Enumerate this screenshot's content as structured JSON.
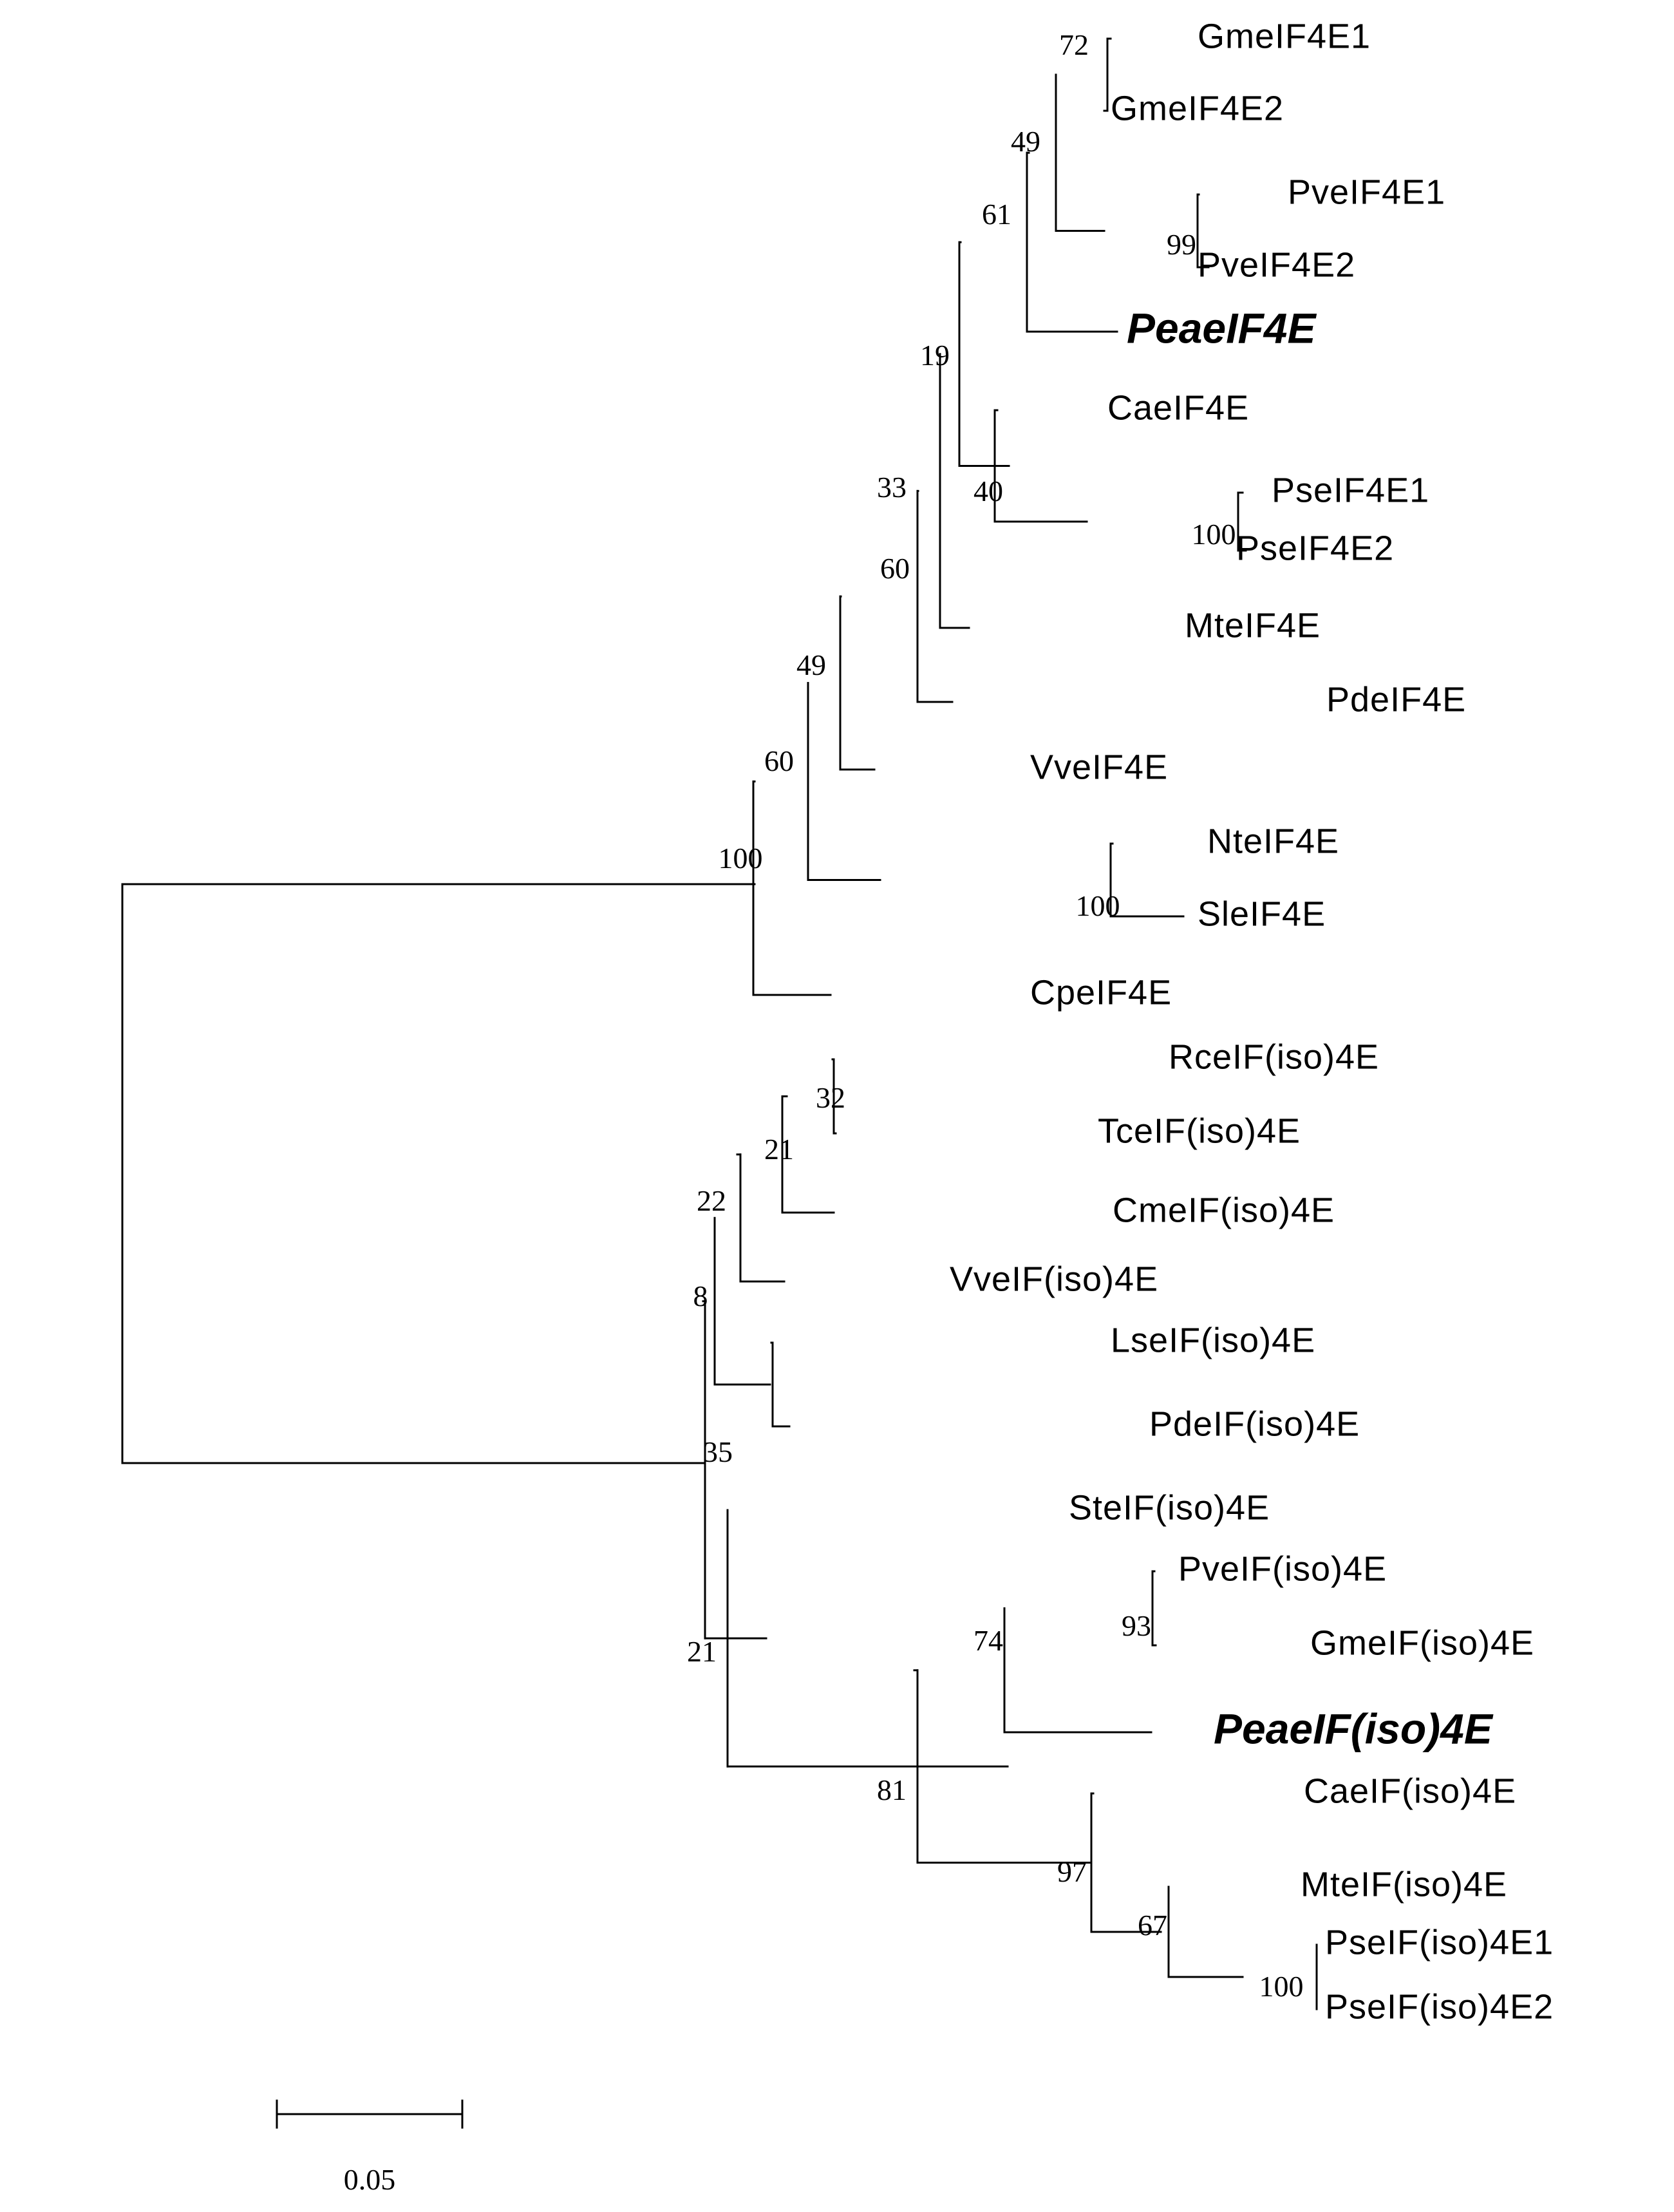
{
  "figure": {
    "type": "phylogenetic tree",
    "layout": "rectangular cladogram, rooted, rightward",
    "highlight_style": "bold italic"
  },
  "taxa": [
    {
      "id": "GmeIF4E1",
      "label": "GmeIF4E1"
    },
    {
      "id": "GmeIF4E2",
      "label": "GmeIF4E2"
    },
    {
      "id": "PveIF4E1",
      "label": "PveIF4E1"
    },
    {
      "id": "PveIF4E2",
      "label": "PveIF4E2"
    },
    {
      "id": "PeaeIF4E",
      "label": "PeaeIF4E",
      "highlight": true
    },
    {
      "id": "CaeIF4E",
      "label": "CaeIF4E"
    },
    {
      "id": "PseIF4E1",
      "label": "PseIF4E1"
    },
    {
      "id": "PseIF4E2",
      "label": "PseIF4E2"
    },
    {
      "id": "MteIF4E",
      "label": "MteIF4E"
    },
    {
      "id": "PdeIF4E",
      "label": "PdeIF4E"
    },
    {
      "id": "VveIF4E",
      "label": "VveIF4E"
    },
    {
      "id": "NteIF4E",
      "label": "NteIF4E"
    },
    {
      "id": "SleIF4E",
      "label": "SleIF4E"
    },
    {
      "id": "CpeIF4E",
      "label": "CpeIF4E"
    },
    {
      "id": "RceIFiso4E",
      "label": "RceIF(iso)4E"
    },
    {
      "id": "TceIFiso4E",
      "label": "TceIF(iso)4E"
    },
    {
      "id": "CmeIFiso4E",
      "label": "CmeIF(iso)4E"
    },
    {
      "id": "VveIFiso4E",
      "label": "VveIF(iso)4E"
    },
    {
      "id": "LseIFiso4E",
      "label": "LseIF(iso)4E"
    },
    {
      "id": "PdeIFiso4E",
      "label": "PdeIF(iso)4E"
    },
    {
      "id": "SteIFiso4E",
      "label": "SteIF(iso)4E"
    },
    {
      "id": "PveIFiso4E",
      "label": "PveIF(iso)4E"
    },
    {
      "id": "GmeIFiso4E",
      "label": "GmeIF(iso)4E"
    },
    {
      "id": "PeaeIFiso4E",
      "label": "PeaeIF(iso)4E",
      "highlight": true
    },
    {
      "id": "CaeIFiso4E",
      "label": "CaeIF(iso)4E"
    },
    {
      "id": "MteIFiso4E",
      "label": "MteIF(iso)4E"
    },
    {
      "id": "PseIFiso4E1",
      "label": "PseIF(iso)4E1"
    },
    {
      "id": "PseIFiso4E2",
      "label": "PseIF(iso)4E2"
    }
  ],
  "clades": [
    {
      "id": "n_gm",
      "support": "72",
      "children": [
        "GmeIF4E1",
        "GmeIF4E2"
      ]
    },
    {
      "id": "n_pv",
      "support": "99",
      "children": [
        "PveIF4E1",
        "PveIF4E2"
      ]
    },
    {
      "id": "n_gmpv",
      "support": "49",
      "children": [
        "n_gm",
        "n_pv"
      ]
    },
    {
      "id": "n_pea",
      "support": "61",
      "children": [
        "n_gmpv",
        "PeaeIF4E"
      ]
    },
    {
      "id": "n_ps",
      "support": "100",
      "children": [
        "PseIF4E1",
        "PseIF4E2"
      ]
    },
    {
      "id": "n_caps",
      "support": "40",
      "children": [
        "CaeIF4E",
        "n_ps"
      ]
    },
    {
      "id": "n_19",
      "support": "19",
      "children": [
        "n_pea",
        "n_caps"
      ]
    },
    {
      "id": "n_33",
      "support": "33",
      "children": [
        "n_19",
        "MteIF4E"
      ]
    },
    {
      "id": "n_60a",
      "support": "60",
      "children": [
        "n_33",
        "PdeIF4E"
      ]
    },
    {
      "id": "n_49",
      "support": "49",
      "children": [
        "n_60a",
        "VveIF4E"
      ]
    },
    {
      "id": "n_ntsl",
      "support": "100",
      "children": [
        "NteIF4E",
        "SleIF4E"
      ]
    },
    {
      "id": "n_60b",
      "support": "60",
      "children": [
        "n_49",
        "n_ntsl"
      ]
    },
    {
      "id": "n_eif4e",
      "support": "100",
      "children": [
        "n_60b",
        "CpeIF4E"
      ]
    },
    {
      "id": "n_32",
      "support": "32",
      "children": [
        "RceIFiso4E",
        "TceIFiso4E"
      ]
    },
    {
      "id": "n_21a",
      "support": "21",
      "children": [
        "n_32",
        "CmeIFiso4E"
      ]
    },
    {
      "id": "n_22",
      "support": "22",
      "children": [
        "n_21a",
        "VveIFiso4E"
      ]
    },
    {
      "id": "n_ls",
      "support": "",
      "children": [
        "LseIFiso4E",
        "PdeIFiso4E"
      ]
    },
    {
      "id": "n_8",
      "support": "8",
      "children": [
        "n_22",
        "n_ls"
      ]
    },
    {
      "id": "n_93",
      "support": "93",
      "children": [
        "PveIFiso4E",
        "GmeIFiso4E"
      ]
    },
    {
      "id": "n_74",
      "support": "74",
      "children": [
        "n_93",
        "PeaeIFiso4E"
      ]
    },
    {
      "id": "n_psiso",
      "support": "100",
      "children": [
        "PseIFiso4E1",
        "PseIFiso4E2"
      ]
    },
    {
      "id": "n_67",
      "support": "67",
      "children": [
        "MteIFiso4E",
        "n_psiso"
      ]
    },
    {
      "id": "n_97",
      "support": "97",
      "children": [
        "CaeIFiso4E",
        "n_67"
      ]
    },
    {
      "id": "n_81",
      "support": "81",
      "children": [
        "n_74",
        "n_97"
      ]
    },
    {
      "id": "n_21b",
      "support": "21",
      "children": [
        "SteIFiso4E",
        "n_81"
      ]
    },
    {
      "id": "n_35",
      "support": "35",
      "children": [
        "n_8",
        "n_21b"
      ]
    },
    {
      "id": "root",
      "support": "",
      "children": [
        "n_eif4e",
        "n_35"
      ]
    }
  ],
  "scale_bar": {
    "label": "0.05"
  }
}
